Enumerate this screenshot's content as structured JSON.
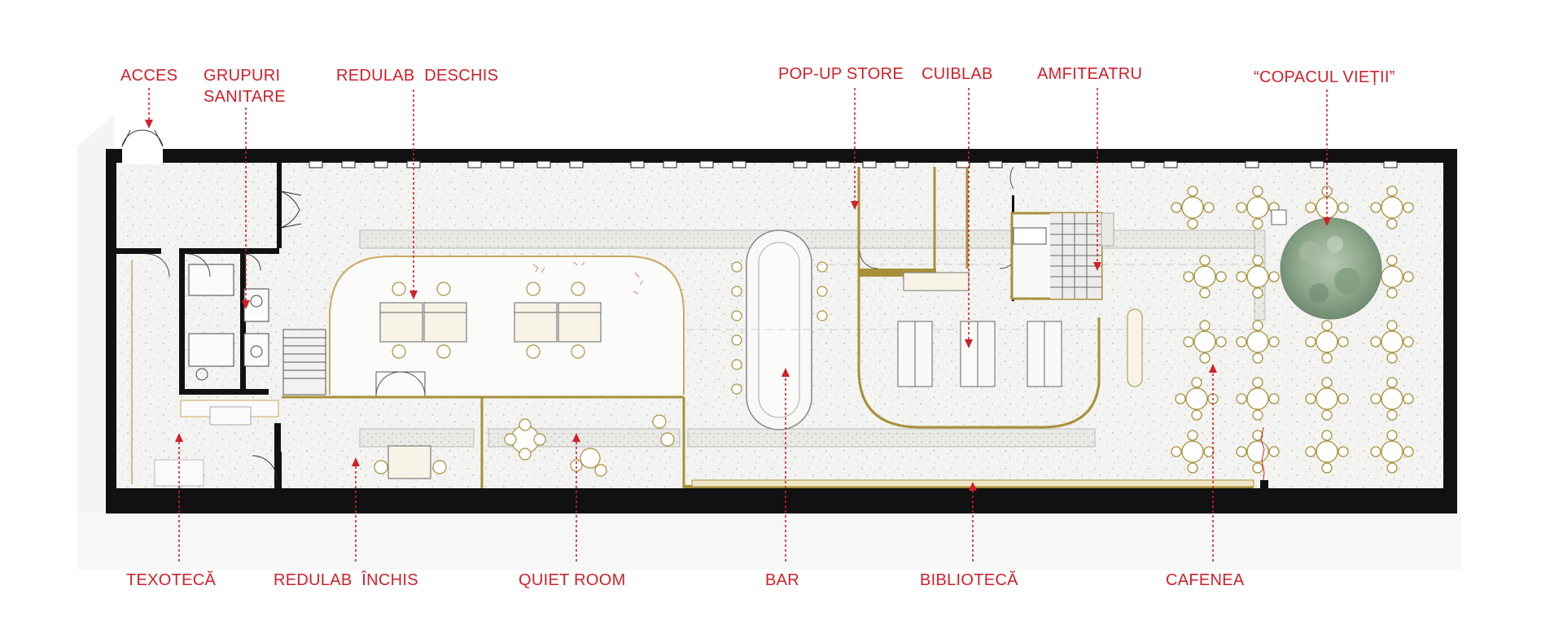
{
  "labels": {
    "acces": "ACCES",
    "grupuri_1": "GRUPURI",
    "grupuri_2": "SANITARE",
    "redulab_deschis": "REDULAB  DESCHIS",
    "popup_store": "POP-UP STORE",
    "cuiblab": "CUIBLAB",
    "amfiteatru": "AMFITEATRU",
    "copacul": "“COPACUL VIEȚII”",
    "texoteca": "TEXOTECĂ",
    "redulab_inchis": "REDULAB  ÎNCHIS",
    "quiet_room": "QUIET ROOM",
    "bar": "BAR",
    "biblioteca": "BIBLIOTECĂ",
    "cafenea": "CAFENEA"
  },
  "colors": {
    "label_red": "#d0202a",
    "wall": "#111111",
    "floor": "#f3f3f1",
    "partition_gold": "#a8903a",
    "shadow": "#f4f4f4",
    "tree": "#8fa88c"
  }
}
